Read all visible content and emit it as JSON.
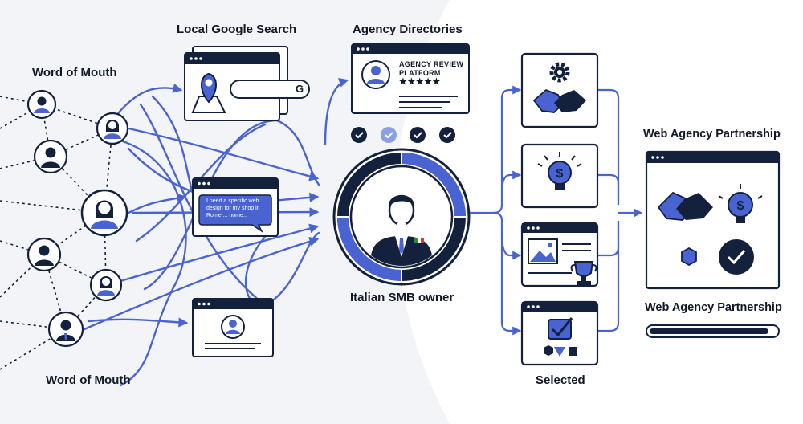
{
  "labels": {
    "word_of_mouth_top": "Word of Mouth",
    "word_of_mouth_bottom": "Word of Mouth",
    "local_google_search": "Local Google Search",
    "agency_directories": "Agency Directories",
    "italian_smb_owner": "Italian SMB owner",
    "web_agency_partnership_top": "Web Agency Partnership",
    "web_agency_partnership_bottom": "Web Agency Partnership",
    "selected": "Selected"
  },
  "directory_card": {
    "title_line1": "AGENCY REVIEW",
    "title_line2": "PLATFORM",
    "stars": "★★★★★"
  },
  "chat_bubble": {
    "line1": "I need a specific web",
    "line2": "design for my shop in",
    "line3": "Rome.... nome..."
  },
  "search_box": {
    "glyph": "G"
  },
  "colors": {
    "navy": "#14213d",
    "blue": "#4a63d3",
    "light_blue": "#8aa0e6",
    "bg_left": "#f3f4f7"
  }
}
